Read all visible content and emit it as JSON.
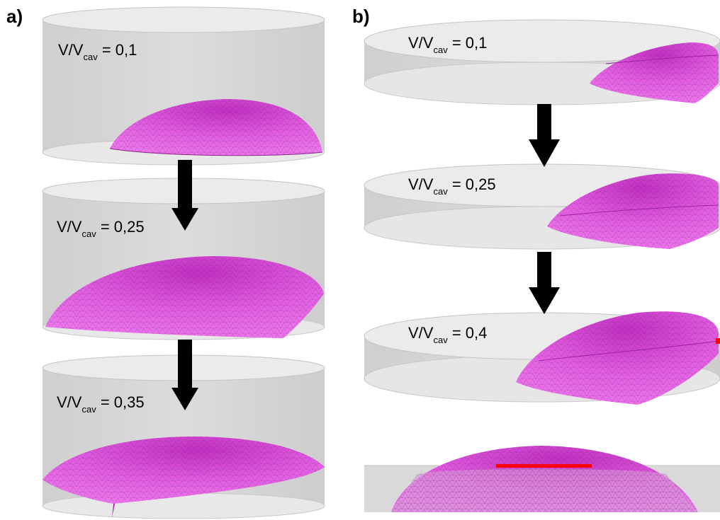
{
  "panels": {
    "a": {
      "letter": "a)",
      "stages": [
        {
          "prefix": "V/V",
          "sub": "cav",
          "value": "= 0,1"
        },
        {
          "prefix": "V/V",
          "sub": "cav",
          "value": "= 0,25"
        },
        {
          "prefix": "V/V",
          "sub": "cav",
          "value": "= 0,35"
        }
      ]
    },
    "b": {
      "letter": "b)",
      "stages": [
        {
          "prefix": "V/V",
          "sub": "cav",
          "value": "= 0,1"
        },
        {
          "prefix": "V/V",
          "sub": "cav",
          "value": "= 0,25"
        },
        {
          "prefix": "V/V",
          "sub": "cav",
          "value": "= 0,4"
        }
      ]
    }
  },
  "colors": {
    "cavity_fill": "#d6d6d6",
    "cavity_top": "#ebebeb",
    "cavity_edge": "#bdbdbd",
    "droplet": "#e25ce2",
    "droplet_dark": "#b51fb5",
    "mesh": "#5a2a5a",
    "arrow": "#000000",
    "contact_line": "#ff0000"
  }
}
